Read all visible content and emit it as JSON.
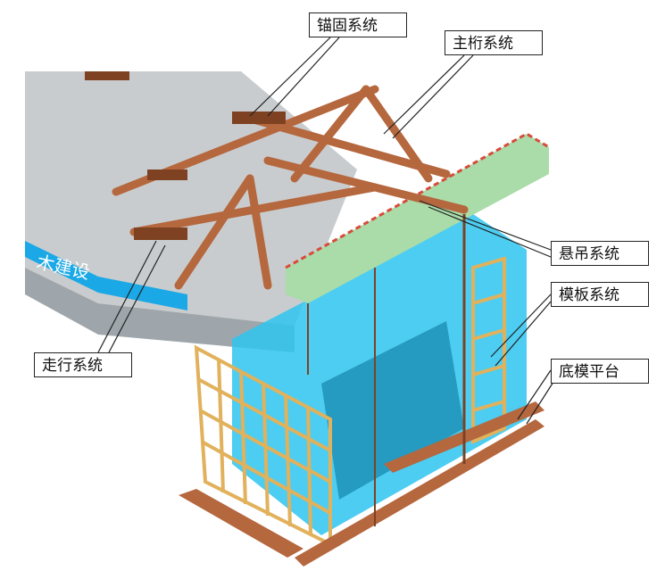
{
  "labels": {
    "anchor_system": "锚固系统",
    "main_truss_system": "主桁系统",
    "suspension_system": "悬吊系统",
    "formwork_system": "模板系统",
    "bottom_platform": "底模平台",
    "walking_system": "走行系统"
  },
  "deck_text": "木建设",
  "colors": {
    "deck": "#c9ccce",
    "deck_side": "#9fa6ab",
    "stripe": "#1aa8e6",
    "truss": "#b5673e",
    "truss_dark": "#7e4222",
    "formwork": "#2ec4ee",
    "scaffold": "#e1b15c",
    "hanging_platform": "#a9dca9",
    "hanging_rail": "#d94a3a"
  }
}
